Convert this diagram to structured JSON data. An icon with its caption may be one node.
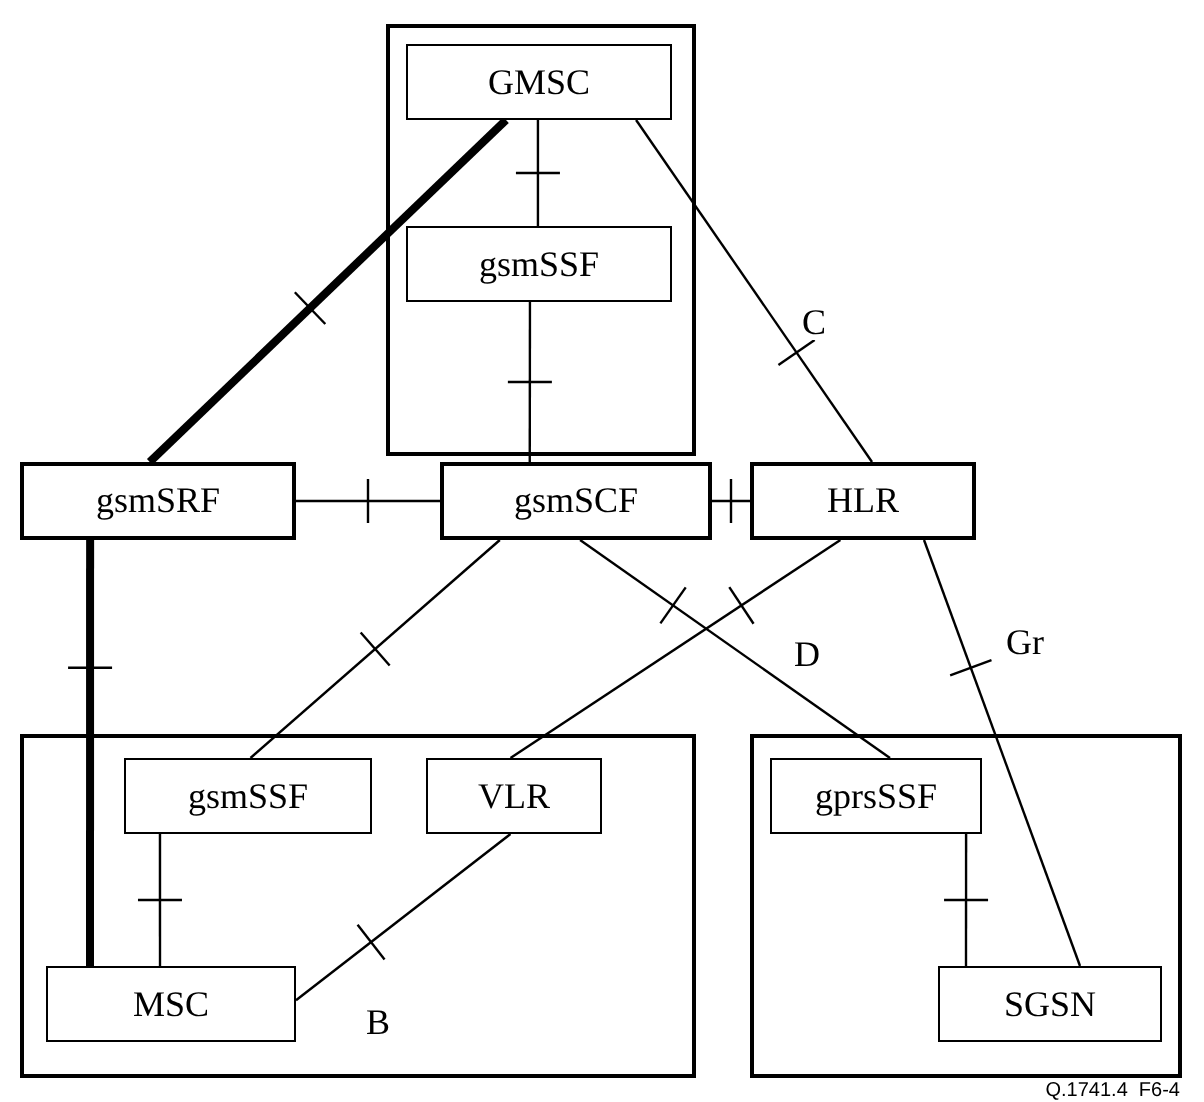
{
  "diagram": {
    "nodes": [
      {
        "text": [],
        "shape": "box"
      },
      {
        "text": [
          "GMSC"
        ],
        "in": 0
      },
      {
        "text": [
          "gsmSSF"
        ],
        "in": 0
      },
      {
        "text": [
          "gsmSRF"
        ]
      },
      {
        "text": [
          "gsmSCF"
        ]
      },
      {
        "text": [
          "HLR"
        ]
      },
      {
        "text": [],
        "shape": "box"
      },
      {
        "text": [
          "gsmSSF"
        ],
        "in": 6
      },
      {
        "text": [
          "VLR"
        ],
        "in": 6
      },
      {
        "text": [
          "MSC"
        ],
        "in": 6
      },
      {
        "text": [],
        "shape": "box"
      },
      {
        "text": [
          "gprsSSF"
        ],
        "in": 10
      },
      {
        "text": [
          "SGSN"
        ],
        "in": 10
      }
    ],
    "edges": [
      {
        "from": 1,
        "to": 2,
        "arrow": "none"
      },
      {
        "from": 1,
        "to": 3,
        "arrow": "none",
        "style": "thick"
      },
      {
        "from": 1,
        "to": 5,
        "arrow": "none",
        "label": "C"
      },
      {
        "from": 2,
        "to": 4,
        "arrow": "none"
      },
      {
        "from": 3,
        "to": 4,
        "arrow": "none"
      },
      {
        "from": 4,
        "to": 5,
        "arrow": "none"
      },
      {
        "from": 3,
        "to": 9,
        "arrow": "none",
        "style": "thick"
      },
      {
        "from": 4,
        "to": 7,
        "arrow": "none"
      },
      {
        "from": 4,
        "to": 11,
        "arrow": "none"
      },
      {
        "from": 5,
        "to": 8,
        "arrow": "none",
        "label": "D"
      },
      {
        "from": 5,
        "to": 12,
        "arrow": "none",
        "label": "Gr"
      },
      {
        "from": 7,
        "to": 9,
        "arrow": "none"
      },
      {
        "from": 8,
        "to": 9,
        "arrow": "none",
        "label": "B"
      },
      {
        "from": 11,
        "to": 12,
        "arrow": "none"
      }
    ],
    "labels": [
      "Q.1741.4  F6-4"
    ]
  }
}
